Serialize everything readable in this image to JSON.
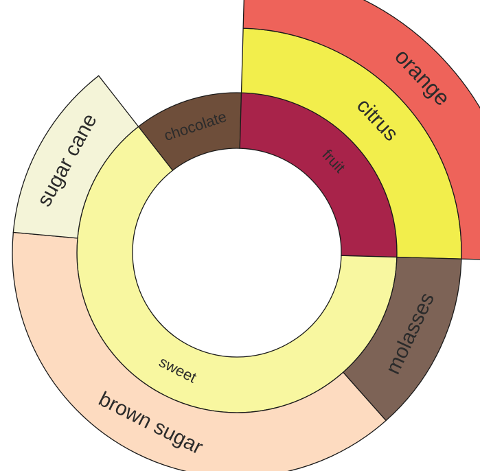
{
  "chart_data": {
    "type": "sunburst",
    "title": "",
    "rings": [
      {
        "level": 1,
        "segments": [
          {
            "name": "chocolate",
            "parent": "",
            "value": 11,
            "color": "#6e4e3a"
          },
          {
            "name": "fruit",
            "parent": "",
            "value": 25,
            "color": "#a8234a"
          },
          {
            "name": "sweet",
            "parent": "",
            "value": 64,
            "color": "#f8f7a0"
          }
        ]
      },
      {
        "level": 2,
        "segments": [
          {
            "name": "citrus",
            "parent": "fruit",
            "value": 25,
            "color": "#f2ee4c"
          },
          {
            "name": "molasses",
            "parent": "sweet",
            "value": 13,
            "color": "#7d6356"
          },
          {
            "name": "brown sugar",
            "parent": "sweet",
            "value": 38,
            "color": "#fddbc0"
          },
          {
            "name": "sugar cane",
            "parent": "sweet",
            "value": 13,
            "color": "#f4f4d8"
          }
        ]
      },
      {
        "level": 3,
        "segments": [
          {
            "name": "orange",
            "parent": "citrus",
            "value": 25,
            "color": "#ee635a"
          }
        ]
      }
    ]
  }
}
